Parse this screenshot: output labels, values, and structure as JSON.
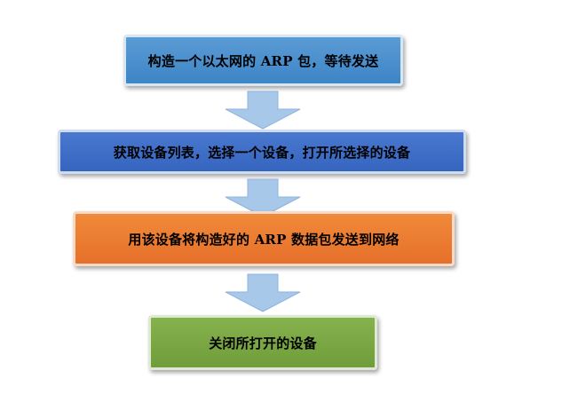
{
  "steps": [
    {
      "label": "构造一个以太网的 ARP 包，等待发送",
      "color_top": "#5b9bd5",
      "color_bottom": "#3d85c6"
    },
    {
      "label": "获取设备列表，选择一个设备，打开所选择的设备",
      "color_top": "#4a78cf",
      "color_bottom": "#3565bf"
    },
    {
      "label": "用该设备将构造好的 ARP 数据包发送到网络",
      "color_top": "#f08a3a",
      "color_bottom": "#e6702a"
    },
    {
      "label": "关闭所打开的设备",
      "color_top": "#86b24e",
      "color_bottom": "#6f9d3a"
    }
  ],
  "arrow_color": "#a8c8ea"
}
